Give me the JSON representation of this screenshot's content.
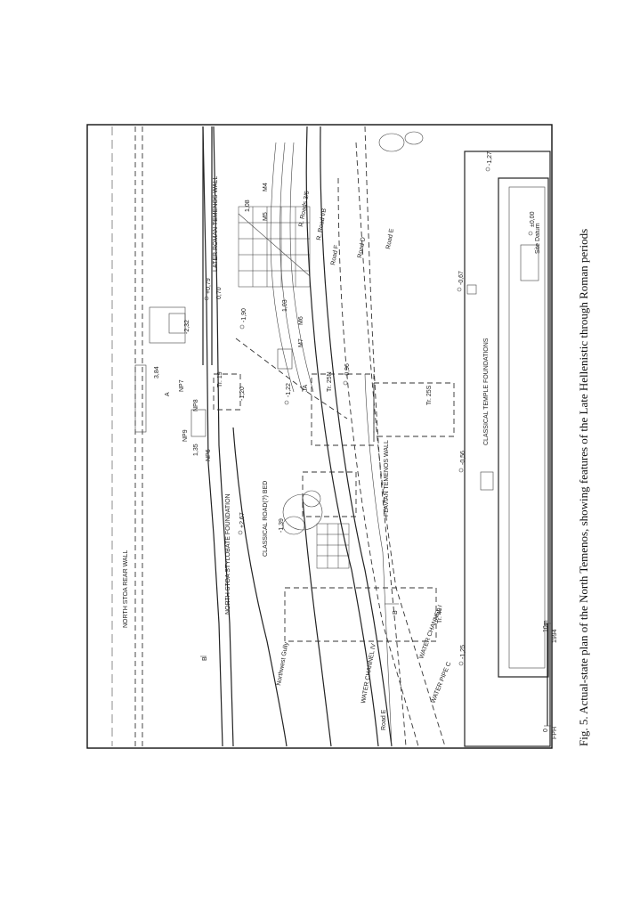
{
  "caption": "Fig. 5. Actual-state plan of the North Temenos, showing features of the Late Hellenistic through Roman periods",
  "labels": {
    "north_stoa_rear_wall": "NORTH STOA REAR WALL",
    "north_stoa_stylobate": "NORTH STOA STYLOBATE FOUNDATION",
    "later_roman_temenos_wall": "LATER ROMAN TEMENOS WALL",
    "flavian_temenos_wall": "FLAVIAN TEMENOS WALL",
    "classical_temple_foundations": "CLASSICAL TEMPLE FOUNDATIONS",
    "classical_road_bed": "CLASSICAL ROAD(?) BED",
    "northwest_gully": "Northwest Gully",
    "water_channel_iv": "WATER CHANNEL IV",
    "water_channel_i": "WATER CHANNEL I",
    "water_pipe_c": "WATER PIPE C",
    "road_e_top": "Road E",
    "road_e_bottom": "Road E",
    "road_d": "Road D",
    "road_f": "Road F",
    "r_road_1b": "R. Road I/B",
    "r_roads_35": "R. Roads 3/5",
    "site_datum": "Site Datum",
    "tr19": "Tr. 19",
    "tr25n": "Tr. 25N",
    "tr25s": "Tr. 25S",
    "tr49": "Tr. 49",
    "m4": "M4",
    "m5": "M5",
    "m6": "M6",
    "m7": "M7",
    "np6": "NP6",
    "np7": "NP7",
    "np8": "NP8",
    "np9": "NP9",
    "point_a": "A",
    "point_ja": "JA",
    "section_b1": "B",
    "section_b2": "B",
    "scale_10m": "10m",
    "scale_0": "0",
    "year": "1994",
    "initials": "FPH"
  },
  "elevations": {
    "e384": "3,84",
    "e232": "-2,32",
    "e135": "1,35",
    "e079": "+0,79",
    "e070": "0,70",
    "e190": "-1,90",
    "e120": "-1,20",
    "e122": "-1,22",
    "e096": "-0,96",
    "e267": "+2,67",
    "e139": "-1,39",
    "e056": "-0,56",
    "e125": "-1,25",
    "e067": "-0,67",
    "e127": "-1,27",
    "e108": "1,08",
    "e103": "1,03",
    "e000": "±0,00"
  }
}
